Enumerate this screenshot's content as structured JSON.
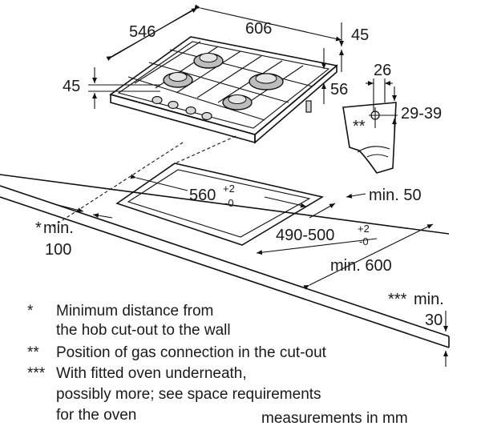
{
  "dimensions": {
    "hob_depth": "546",
    "hob_width": "606",
    "hob_height": "45",
    "top_height": "45",
    "hob_right_depth": "56",
    "gas_offset": "26",
    "gas_height": "29-39",
    "gas_marker": "**",
    "cutout_width": "560",
    "cutout_width_tol_plus": "+2",
    "cutout_width_tol_minus": "-0",
    "cutout_depth": "490-500",
    "cutout_depth_tol_plus": "+2",
    "cutout_depth_tol_minus": "-0",
    "min_back": "min. 50",
    "wall_marker": "*",
    "wall_min": "min.",
    "wall_value": "100",
    "worktop_min": "min. 600",
    "oven_marker": "***",
    "oven_min": "min.",
    "oven_value": "30"
  },
  "legend": [
    {
      "marker": "*",
      "lines": [
        "Minimum distance from",
        "the hob cut-out to the wall"
      ]
    },
    {
      "marker": "**",
      "lines": [
        "Position of gas connection in the cut-out"
      ]
    },
    {
      "marker": "***",
      "lines": [
        "With fitted oven underneath,",
        "possibly more; see space requirements",
        "for the oven"
      ]
    }
  ],
  "units_note": "measurements in mm"
}
